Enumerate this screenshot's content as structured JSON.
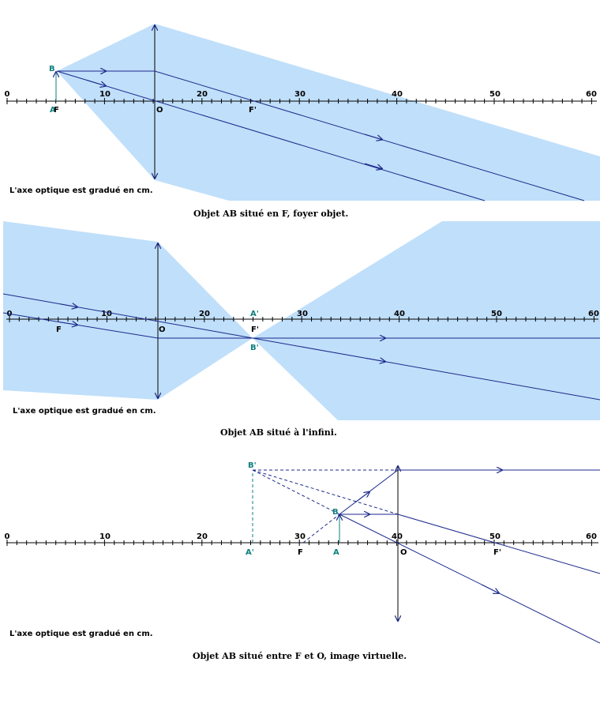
{
  "colors": {
    "beam": "#c0dffa",
    "ray": "#1c2a8c",
    "axis": "#000000",
    "object": "#0f7f7f",
    "text": "#000000"
  },
  "panels": [
    {
      "id": "panel-1",
      "caption": "Objet AB situé en F, foyer objet.",
      "note": "L'axe optique est gradué en cm.",
      "ticks": [
        "0",
        "10",
        "20",
        "30",
        "40",
        "50",
        "60"
      ],
      "points": [
        {
          "key": "B",
          "label": "B"
        },
        {
          "key": "A",
          "label": "A"
        },
        {
          "key": "F",
          "label": "F"
        },
        {
          "key": "O",
          "label": "O"
        },
        {
          "key": "Fp",
          "label": "F'"
        }
      ]
    },
    {
      "id": "panel-2",
      "caption": "Objet AB situé à l'infini.",
      "note": "L'axe optique est gradué en cm.",
      "ticks": [
        "0",
        "10",
        "20",
        "30",
        "40",
        "50",
        "60"
      ],
      "points": [
        {
          "key": "F",
          "label": "F"
        },
        {
          "key": "O",
          "label": "O"
        },
        {
          "key": "Ap",
          "label": "A'"
        },
        {
          "key": "Fp",
          "label": "F'"
        },
        {
          "key": "Bp",
          "label": "B'"
        }
      ]
    },
    {
      "id": "panel-3",
      "caption": "Objet AB situé entre F et O, image virtuelle.",
      "note": "L'axe optique est gradué en cm.",
      "ticks": [
        "0",
        "10",
        "20",
        "30",
        "40",
        "50",
        "60"
      ],
      "points": [
        {
          "key": "Bp",
          "label": "B'"
        },
        {
          "key": "B",
          "label": "B"
        },
        {
          "key": "Ap",
          "label": "A'"
        },
        {
          "key": "F",
          "label": "F"
        },
        {
          "key": "A",
          "label": "A"
        },
        {
          "key": "O",
          "label": "O"
        },
        {
          "key": "Fp",
          "label": "F'"
        }
      ]
    }
  ]
}
